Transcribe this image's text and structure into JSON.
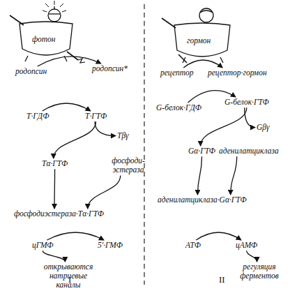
{
  "diagram": {
    "nodes": [
      {
        "text": [
          "родопсин"
        ]
      },
      {
        "text": [
          "родопсин*"
        ]
      },
      {
        "text": [
          "Т·ГДФ"
        ]
      },
      {
        "text": [
          "Т·ГТФ"
        ]
      },
      {
        "text": [
          "Тβγ"
        ]
      },
      {
        "text": [
          "Тα·ГТФ"
        ]
      },
      {
        "text": [
          "фосфоди- эстераза"
        ]
      },
      {
        "text": [
          "фосфодиэстераза·Тα·ГТФ"
        ]
      },
      {
        "text": [
          "цГМФ"
        ]
      },
      {
        "text": [
          "5'·ГМФ"
        ]
      },
      {
        "text": [
          "открываются натриевые каналы"
        ]
      },
      {
        "text": [
          "рецептор"
        ]
      },
      {
        "text": [
          "рецептор·гормон"
        ]
      },
      {
        "text": [
          "G-белок·ГДФ"
        ]
      },
      {
        "text": [
          "G-белок·ГТФ"
        ]
      },
      {
        "text": [
          "Gβγ"
        ]
      },
      {
        "text": [
          "Gα·ГТФ"
        ]
      },
      {
        "text": [
          "аденилатциклаза"
        ]
      },
      {
        "text": [
          "аденилатциклаза·Gα·ГТФ"
        ]
      },
      {
        "text": [
          "АТФ"
        ]
      },
      {
        "text": [
          "цАМФ"
        ]
      },
      {
        "text": [
          "регуляция ферментов"
        ]
      }
    ],
    "edges": [
      {
        "from": 0,
        "to": 1,
        "arrow": "to"
      },
      {
        "from": 2,
        "to": 3,
        "arrow": "to"
      },
      {
        "from": 3,
        "to": 4,
        "arrow": "to"
      },
      {
        "from": 3,
        "to": 5,
        "arrow": "to"
      },
      {
        "from": 5,
        "to": 7,
        "arrow": "to"
      },
      {
        "from": 6,
        "to": 7,
        "arrow": "to"
      },
      {
        "from": 8,
        "to": 9,
        "arrow": "to"
      },
      {
        "from": 8,
        "to": 10,
        "arrow": "to"
      },
      {
        "from": 11,
        "to": 12,
        "arrow": "to"
      },
      {
        "from": 13,
        "to": 14,
        "arrow": "to"
      },
      {
        "from": 14,
        "to": 15,
        "arrow": "to"
      },
      {
        "from": 14,
        "to": 16,
        "arrow": "to"
      },
      {
        "from": 16,
        "to": 18,
        "arrow": "to"
      },
      {
        "from": 17,
        "to": 18,
        "arrow": "to"
      },
      {
        "from": 19,
        "to": 20,
        "arrow": "to"
      },
      {
        "from": 20,
        "to": 21,
        "arrow": "to"
      }
    ],
    "labels": [
      "фотон",
      "гормон",
      "I",
      "II"
    ]
  }
}
